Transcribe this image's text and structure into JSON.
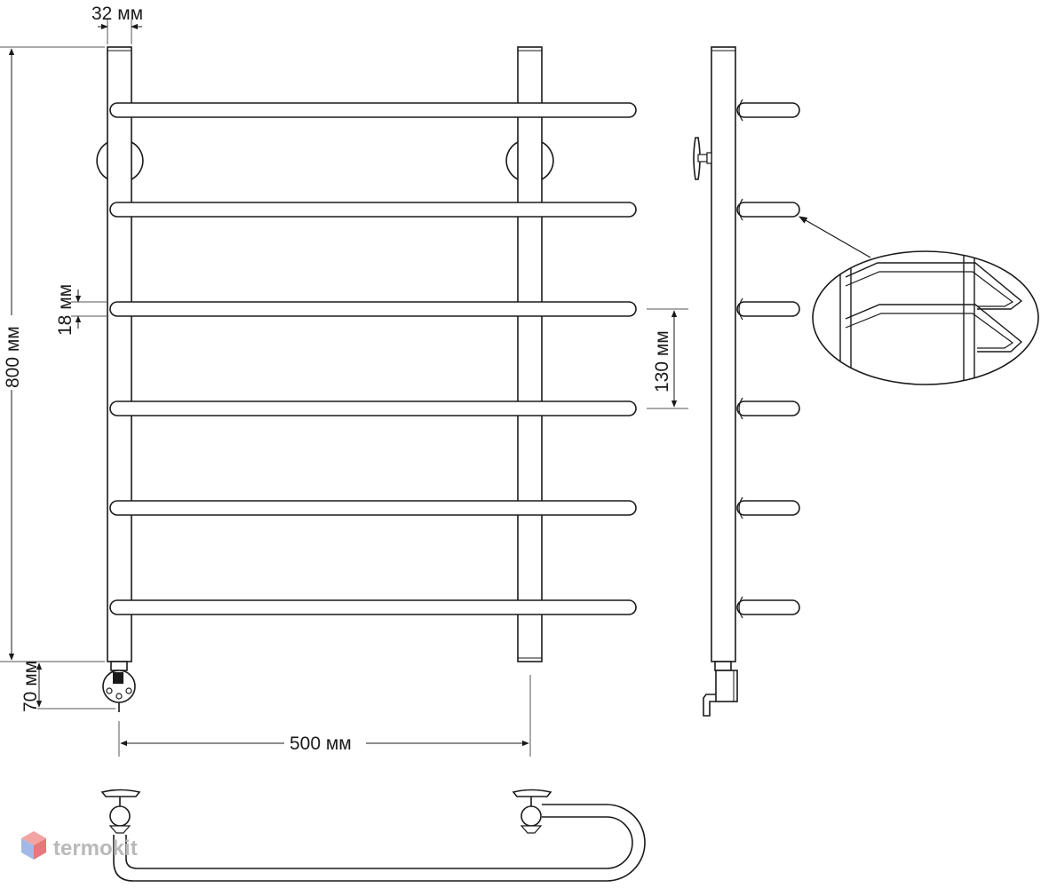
{
  "dimensions": {
    "tube_diameter": "32 мм",
    "bar_diameter": "18 мм",
    "height": "800 мм",
    "bar_spacing": "130 мм",
    "heater_height": "70 мм",
    "width": "500 мм"
  },
  "brand": {
    "name": "termokit",
    "logo_colors": [
      "#f2a3a3",
      "#a3b8e6",
      "#e87878"
    ]
  },
  "colors": {
    "stroke": "#1a1a1a",
    "dim_line": "#555555",
    "logo_text": "#b9b9b9"
  },
  "counts": {
    "bars": 6
  }
}
